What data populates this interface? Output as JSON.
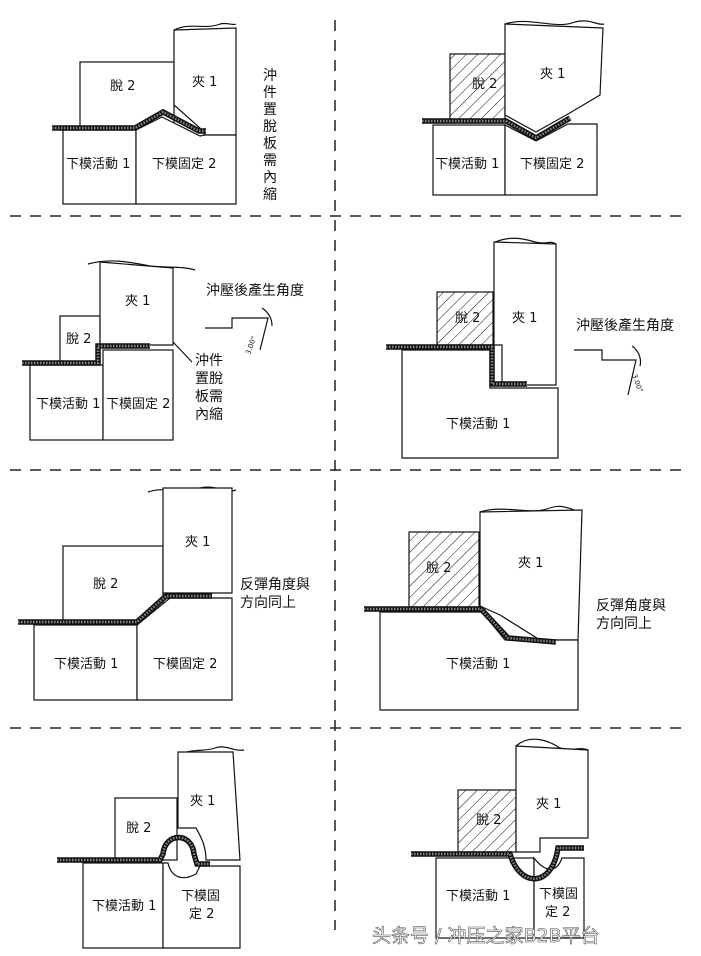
{
  "labels": {
    "tuo": "脫 2",
    "jia": "夾 1",
    "xia_huo": "下模活動 1",
    "xia_gu": "下模固定 2",
    "xia_gu_a": "下模固",
    "xia_gu_b": "定 2",
    "angle": "3.00°"
  },
  "notes": {
    "vertical_1": [
      "沖",
      "件",
      "置",
      "脫",
      "板",
      "需",
      "內",
      "縮"
    ],
    "vertical_2": [
      "沖件",
      "置脫",
      "板需",
      "內縮"
    ],
    "press_angle": "沖壓後產生角度",
    "springback": [
      "反彈角度與",
      "方向同上"
    ]
  },
  "watermark": "头条号 / 冲压之家B2B平台"
}
